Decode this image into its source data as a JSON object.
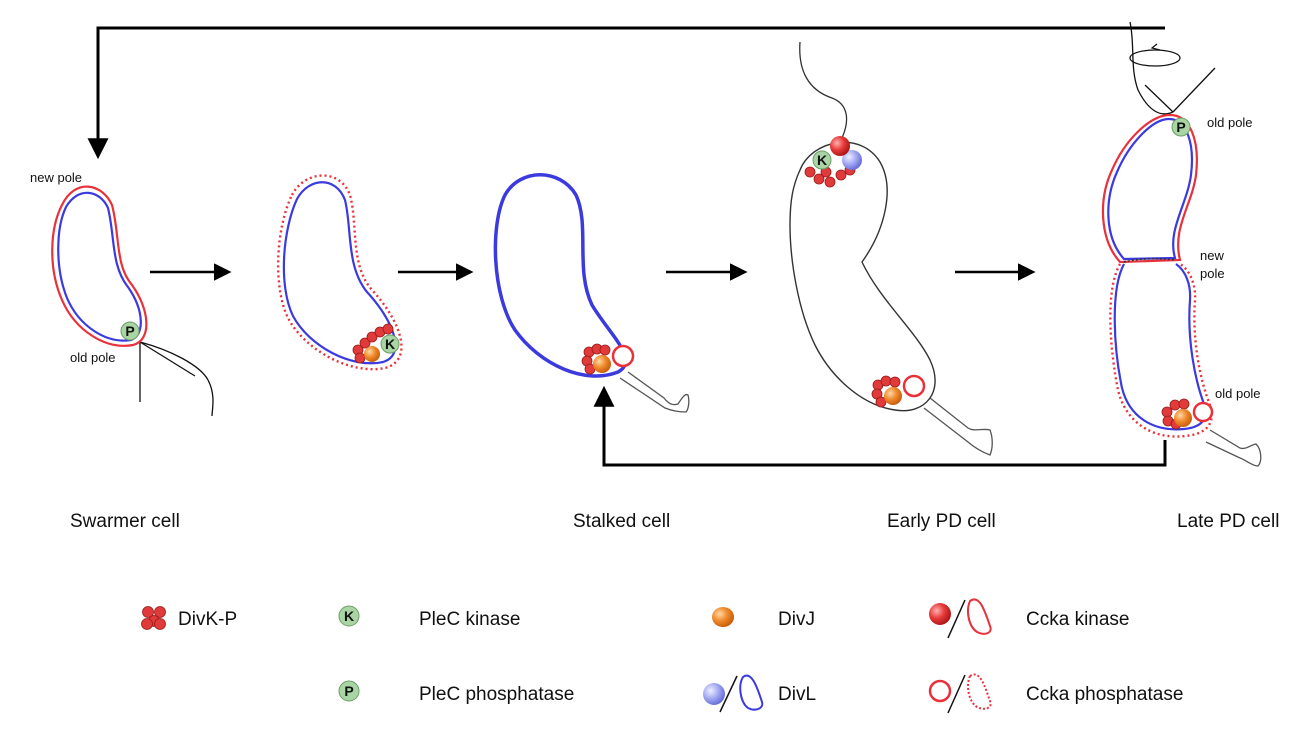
{
  "cells": {
    "swarmer": {
      "title": "Swarmer cell",
      "new_pole": "new pole",
      "old_pole": "old pole"
    },
    "stalked": {
      "title": "Stalked cell"
    },
    "early_pd": {
      "title": "Early PD cell"
    },
    "late_pd": {
      "title": "Late PD cell",
      "old_pole_top": "old pole",
      "new_pole_line1": "new",
      "new_pole_line2": "pole",
      "old_pole_bottom": "old pole"
    }
  },
  "markers": {
    "kinase_letter": "K",
    "phosphatase_letter": "P"
  },
  "legend": {
    "divk": "DivK-P",
    "plec_kinase": "PleC kinase",
    "plec_phosphatase": "PleC phosphatase",
    "divj": "DivJ",
    "divl": "DivL",
    "ccka_kinase": "Ccka kinase",
    "ccka_phosphatase": "Ccka phosphatase"
  },
  "colors": {
    "membrane_blue": "#3a3adf",
    "membrane_red": "#e8313a",
    "divk_red": "#e03a3a",
    "plec_green": "#a9d4a4",
    "divj_orange": "#ee7f22",
    "divl_lavender": "#9ea4f0"
  }
}
